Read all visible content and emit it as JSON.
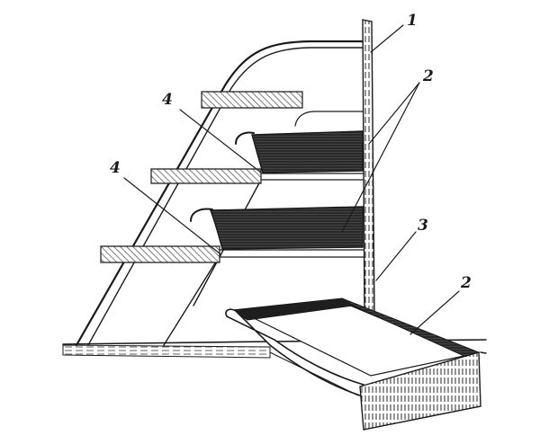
{
  "labels": {
    "cabinet": "1",
    "trays": "2",
    "post": "3",
    "shelf_upper": "4",
    "shelf_lower": "4",
    "loose_tray": "2"
  },
  "colors": {
    "ink": "#1a1a1a",
    "shelf_hatch": "#6e6e6e",
    "tray_fill": "#2a2a2a",
    "paper": "#ffffff"
  }
}
